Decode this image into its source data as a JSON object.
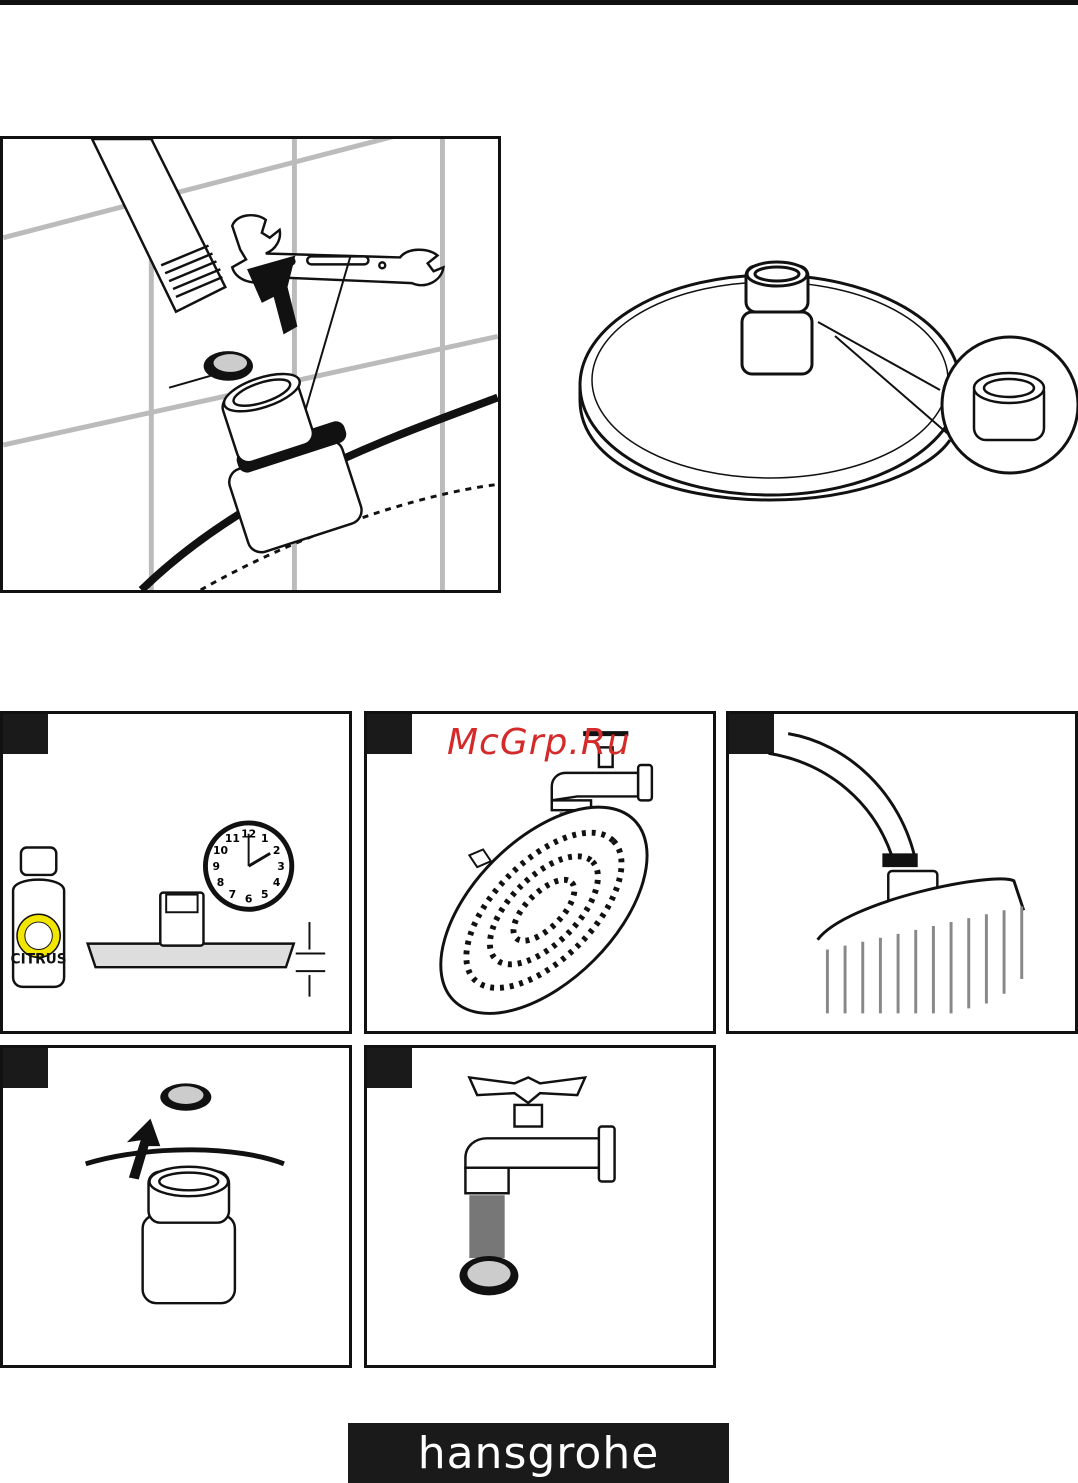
{
  "watermark": {
    "text": "McGrp.Ru",
    "color": "#d42a2a"
  },
  "citrus": {
    "label": "CITRUS"
  },
  "clock": {
    "numbers": [
      "12",
      "1",
      "2",
      "3",
      "4",
      "5",
      "6",
      "7",
      "8",
      "9",
      "10",
      "11"
    ]
  },
  "brand": {
    "logo_text": "hansgrohe"
  },
  "colors": {
    "ink": "#111111",
    "tab": "#1a1a1a",
    "lemon": "#f2e600",
    "background": "#ffffff"
  },
  "icons": [
    "wrench-icon",
    "arrow-up-icon",
    "shower-head-icon",
    "faucet-icon",
    "clock-icon",
    "citrus-bottle-icon",
    "filter-screen-icon"
  ]
}
